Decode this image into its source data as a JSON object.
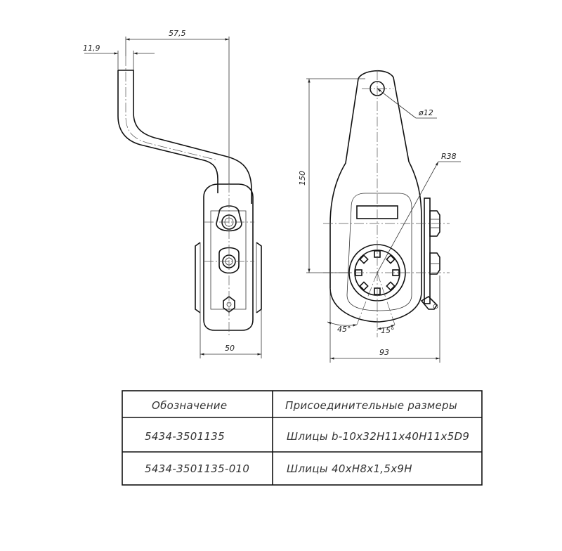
{
  "dimensions": {
    "offset_small": "11,9",
    "offset_large": "57,5",
    "width_side": "50",
    "height_total": "150",
    "hole_diameter": "ø12",
    "radius": "R38",
    "angle_left": "45°",
    "angle_right": "15°",
    "width_front": "93"
  },
  "table": {
    "headers": [
      "Обозначение",
      "Присоединительные размеры"
    ],
    "rows": [
      [
        "5434-3501135",
        "Шлицы b-10x32H11x40H11x5D9"
      ],
      [
        "5434-3501135-010",
        "Шлицы 40xH8x1,5x9H"
      ]
    ]
  }
}
